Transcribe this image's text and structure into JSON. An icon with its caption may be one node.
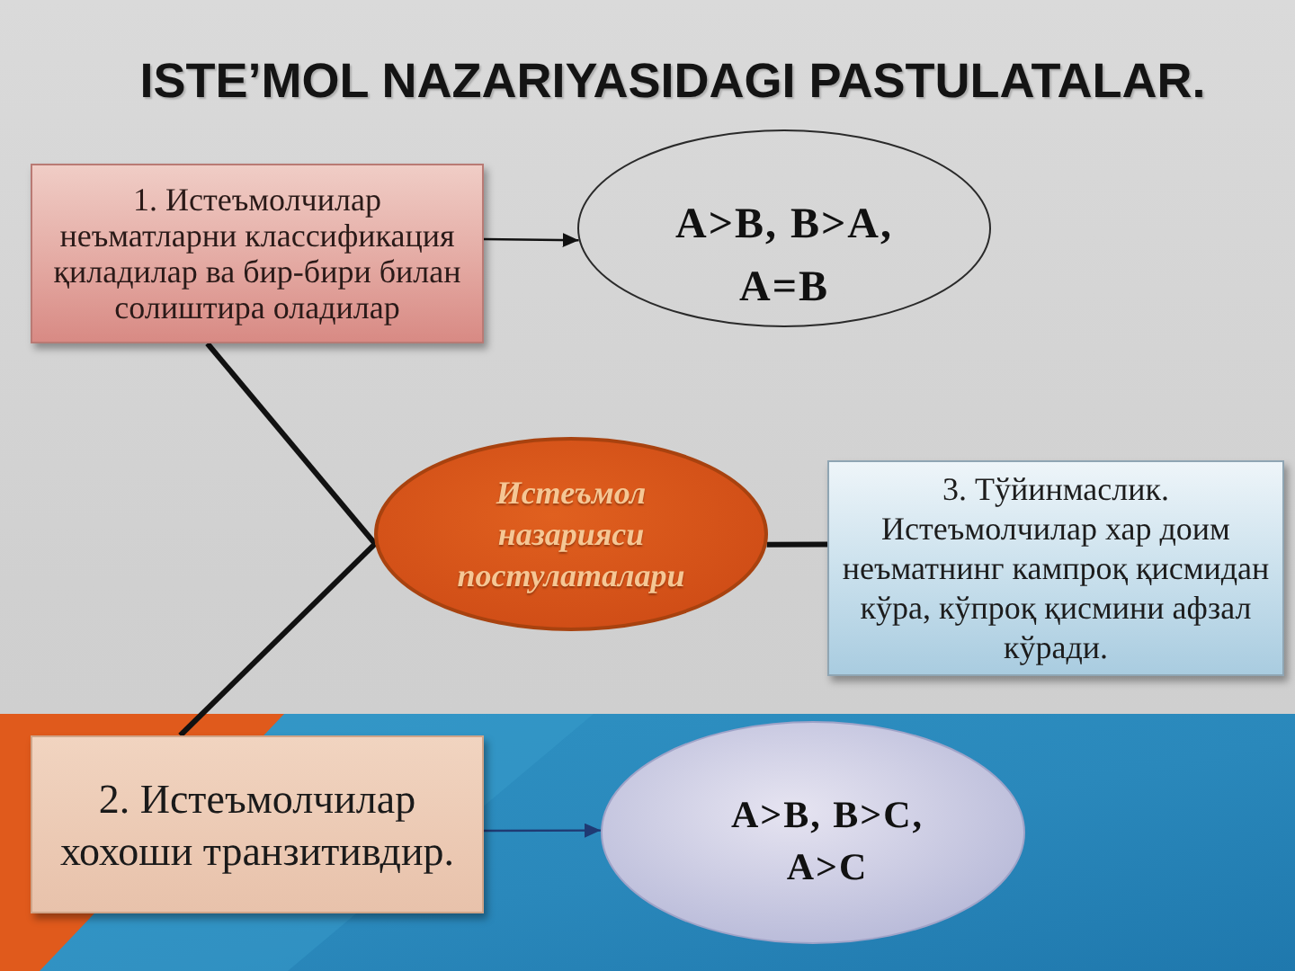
{
  "diagram": {
    "title": "ISTE’MOL NAZARIYASIDAGI PASTULATALAR.",
    "nodes": [
      {
        "text": [
          "1. Истеъмолчилар неъматларни классификация қиладилар ва бир-бири билан солиштира оладилар"
        ]
      },
      {
        "text": [
          "A>B, B>A, A=B"
        ]
      },
      {
        "text": [
          "Истеъмол назарияси постулаталари"
        ]
      },
      {
        "text": [
          "3. Тўйинмаслик. Истеъмолчилар хар доим неъматнинг кампроқ қисмидан кўра, кўпроқ қисмини афзал кўради."
        ]
      },
      {
        "text": [
          "2. Истеъмолчилар хохоши транзитивдир."
        ]
      },
      {
        "text": [
          "A>B, B>C, A>C"
        ]
      }
    ],
    "edges": [
      {
        "from": 0,
        "to": 1,
        "arrow": "to"
      },
      {
        "from": 2,
        "to": 0,
        "arrow": "none"
      },
      {
        "from": 2,
        "to": 3,
        "arrow": "none"
      },
      {
        "from": 2,
        "to": 4,
        "arrow": "none"
      },
      {
        "from": 4,
        "to": 5,
        "arrow": "to",
        "color": "#1f3a73"
      }
    ]
  }
}
